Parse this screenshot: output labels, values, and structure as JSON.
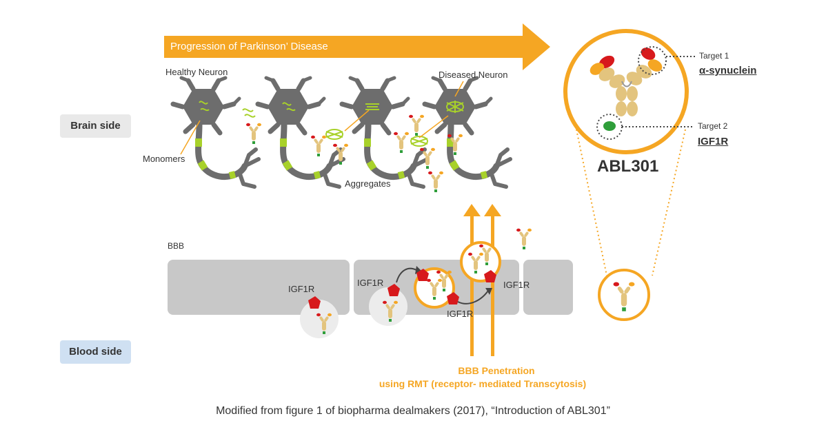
{
  "progression_label": "Progression of Parkinson’ Disease",
  "labels": {
    "healthy_neuron": "Healthy Neuron",
    "diseased_neuron": "Diseased Neuron",
    "monomers": "Monomers",
    "aggregates": "Aggregates",
    "bbb": "BBB",
    "brain_side": "Brain side",
    "blood_side": "Blood side",
    "igf1r": "IGF1R"
  },
  "penetration": {
    "line1": "BBB Penetration",
    "line2": "using RMT (receptor- mediated Transcytosis)"
  },
  "abl301": {
    "title": "ABL301",
    "target1_label": "Target 1",
    "target1_name": "α-synuclein",
    "target2_label": "Target 2",
    "target2_name": "IGF1R"
  },
  "caption": "Modified from figure 1 of biopharma dealmakers (2017), “Introduction of ABL301”",
  "colors": {
    "accent_orange": "#f5a623",
    "neuron_gray": "#6d6d6d",
    "myelin_green": "#a8d12a",
    "bbb_gray": "#c8c8c8",
    "receptor_red": "#d7191c",
    "igf1r_binder_green": "#2f9e3a",
    "antibody_tan": "#e3c47e",
    "brain_side_bg": "#e9e9e9",
    "blood_side_bg": "#cfe0f2"
  }
}
